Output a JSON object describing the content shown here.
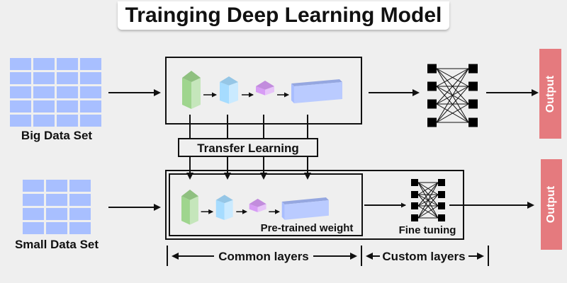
{
  "title": "Trainging Deep Learning Model",
  "big_dataset": {
    "label": "Big Data Set",
    "rows": 5,
    "cols": 4
  },
  "small_dataset": {
    "label": "Small Data Set",
    "rows": 4,
    "cols": 3
  },
  "transfer_label": "Transfer Learning",
  "pretrained_label": "Pre-trained weight",
  "fine_tuning_label": "Fine tuning",
  "output_top": "Output",
  "output_bottom": "Output",
  "common_layers_label": "Common layers",
  "custom_layers_label": "Custom layers",
  "colors": {
    "background": "#efefef",
    "dataset_cell": "#a8bfff",
    "output_bar": "#e57a7e",
    "layer_green": "#9fd58e",
    "layer_cyan": "#a6dcff",
    "layer_purple": "#d79cf5",
    "layer_blue": "#a9beff"
  },
  "layers": [
    "green-block",
    "cyan-block",
    "purple-cube",
    "blue-slab"
  ]
}
